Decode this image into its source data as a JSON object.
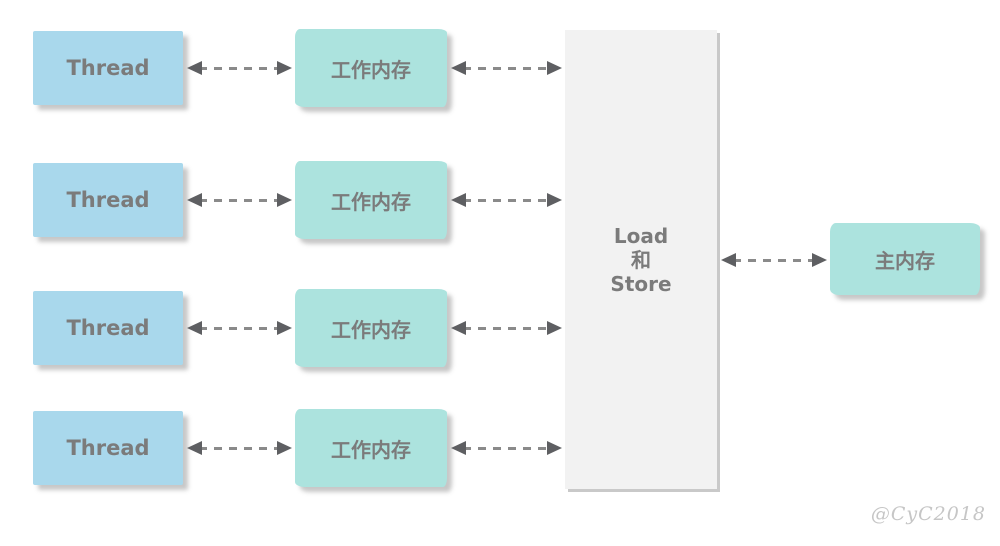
{
  "diagram": {
    "thread_label": "Thread",
    "working_memory_label": "工作内存",
    "load_store_lines": [
      "Load",
      "和",
      "Store"
    ],
    "main_memory_label": "主内存",
    "watermark": "@CyC2018",
    "colors": {
      "thread_fill": "#a9d8ec",
      "working_memory_fill": "#ace3de",
      "main_memory_fill": "#ace3de",
      "load_store_panel_fill": "#f2f2f2",
      "label_text": "#7b7b7b",
      "arrow": "#5e5f62",
      "dash": "#8a8a8a",
      "box_shadow": "#bdbdbd",
      "watermark_text": "#c6c6c6"
    },
    "icons": {
      "connector": "dashed-double-headed-arrow-icon"
    }
  }
}
